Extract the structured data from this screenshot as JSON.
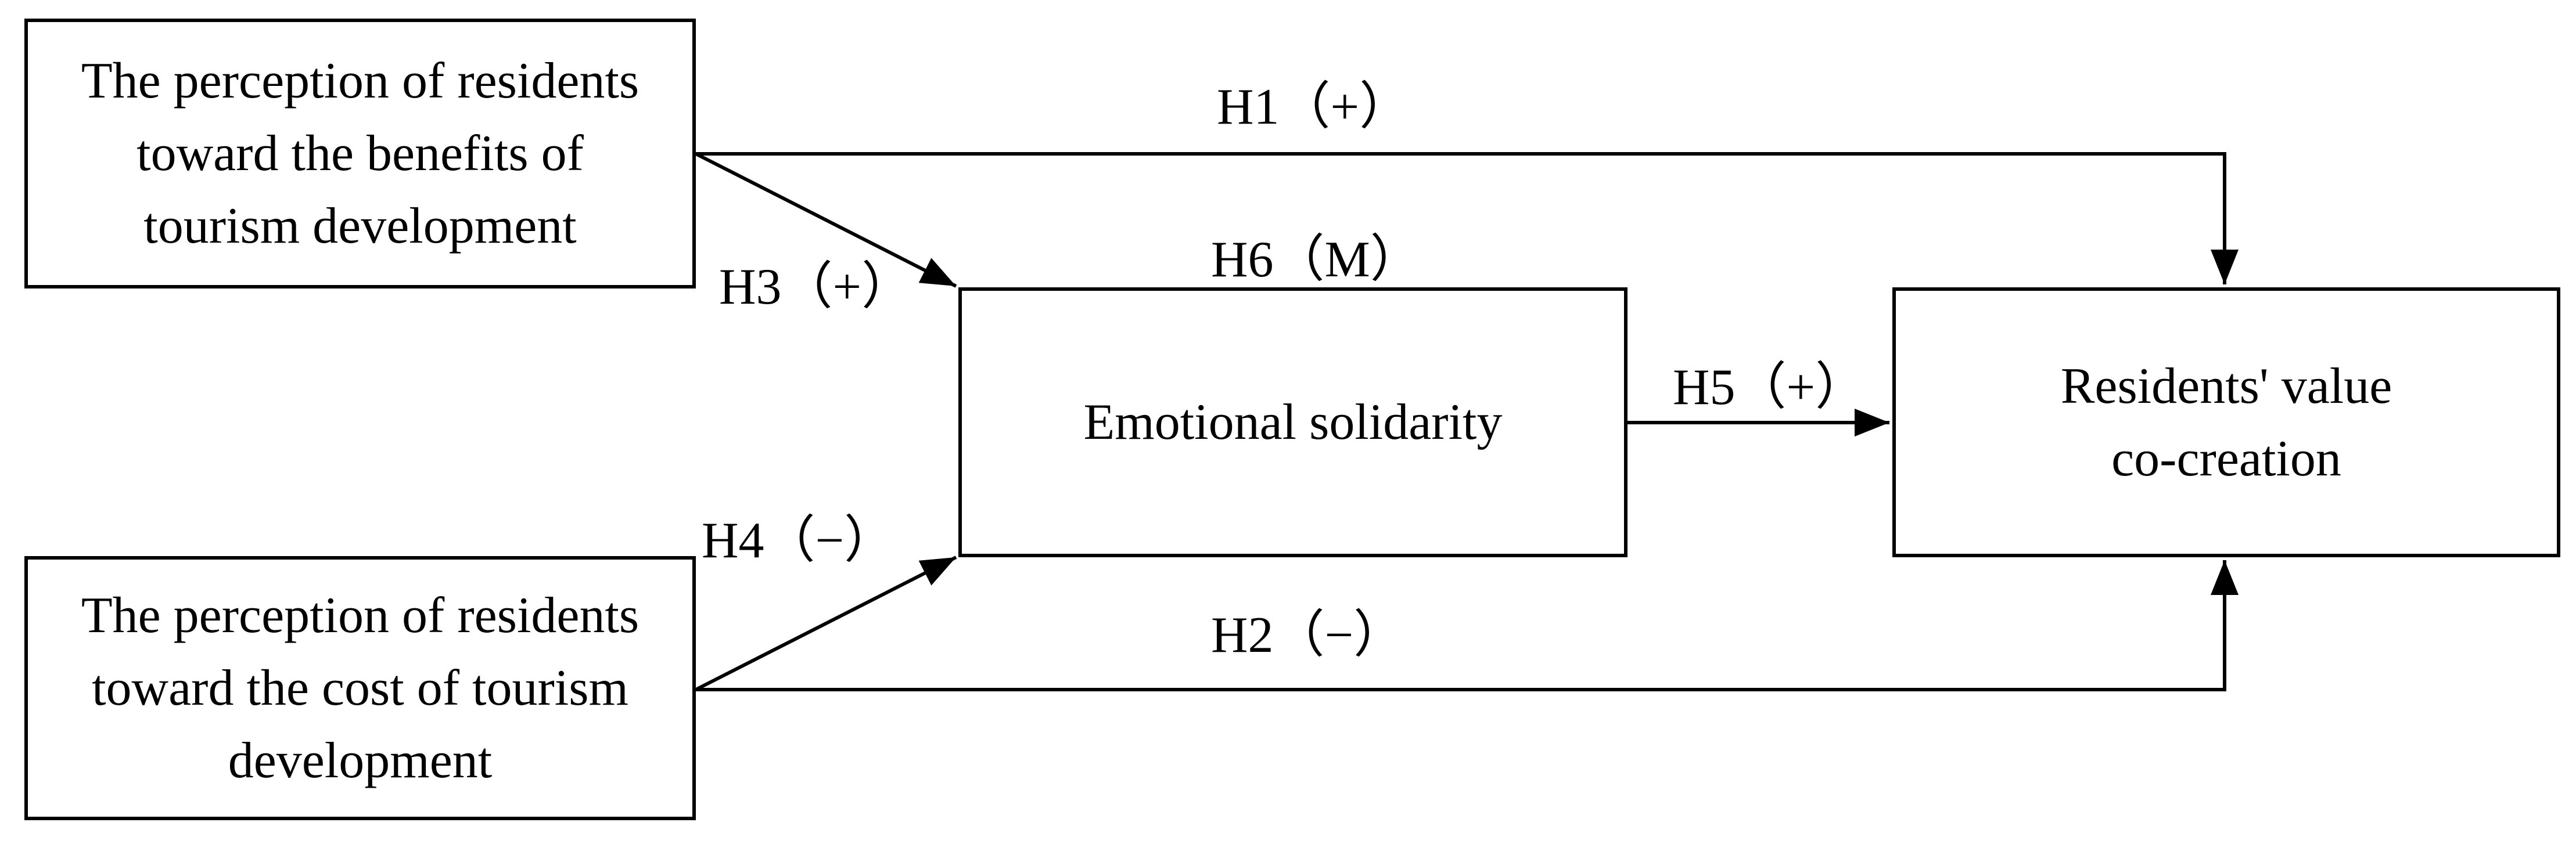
{
  "nodes": {
    "benefits": {
      "lines": [
        "The perception of residents",
        "toward the benefits of",
        "tourism development"
      ]
    },
    "cost": {
      "lines": [
        "The perception of residents",
        "toward the cost of tourism",
        "development"
      ]
    },
    "emotional": {
      "lines": [
        "Emotional solidarity"
      ]
    },
    "value": {
      "lines": [
        "Residents' value",
        "co-creation"
      ]
    }
  },
  "edges": {
    "h1": "H1（+）",
    "h2": "H2（−）",
    "h3": "H3（+）",
    "h4": "H4（−）",
    "h5": "H5（+）",
    "h6": "H6（M）"
  },
  "colors": {
    "stroke": "#000000",
    "background": "#ffffff"
  }
}
